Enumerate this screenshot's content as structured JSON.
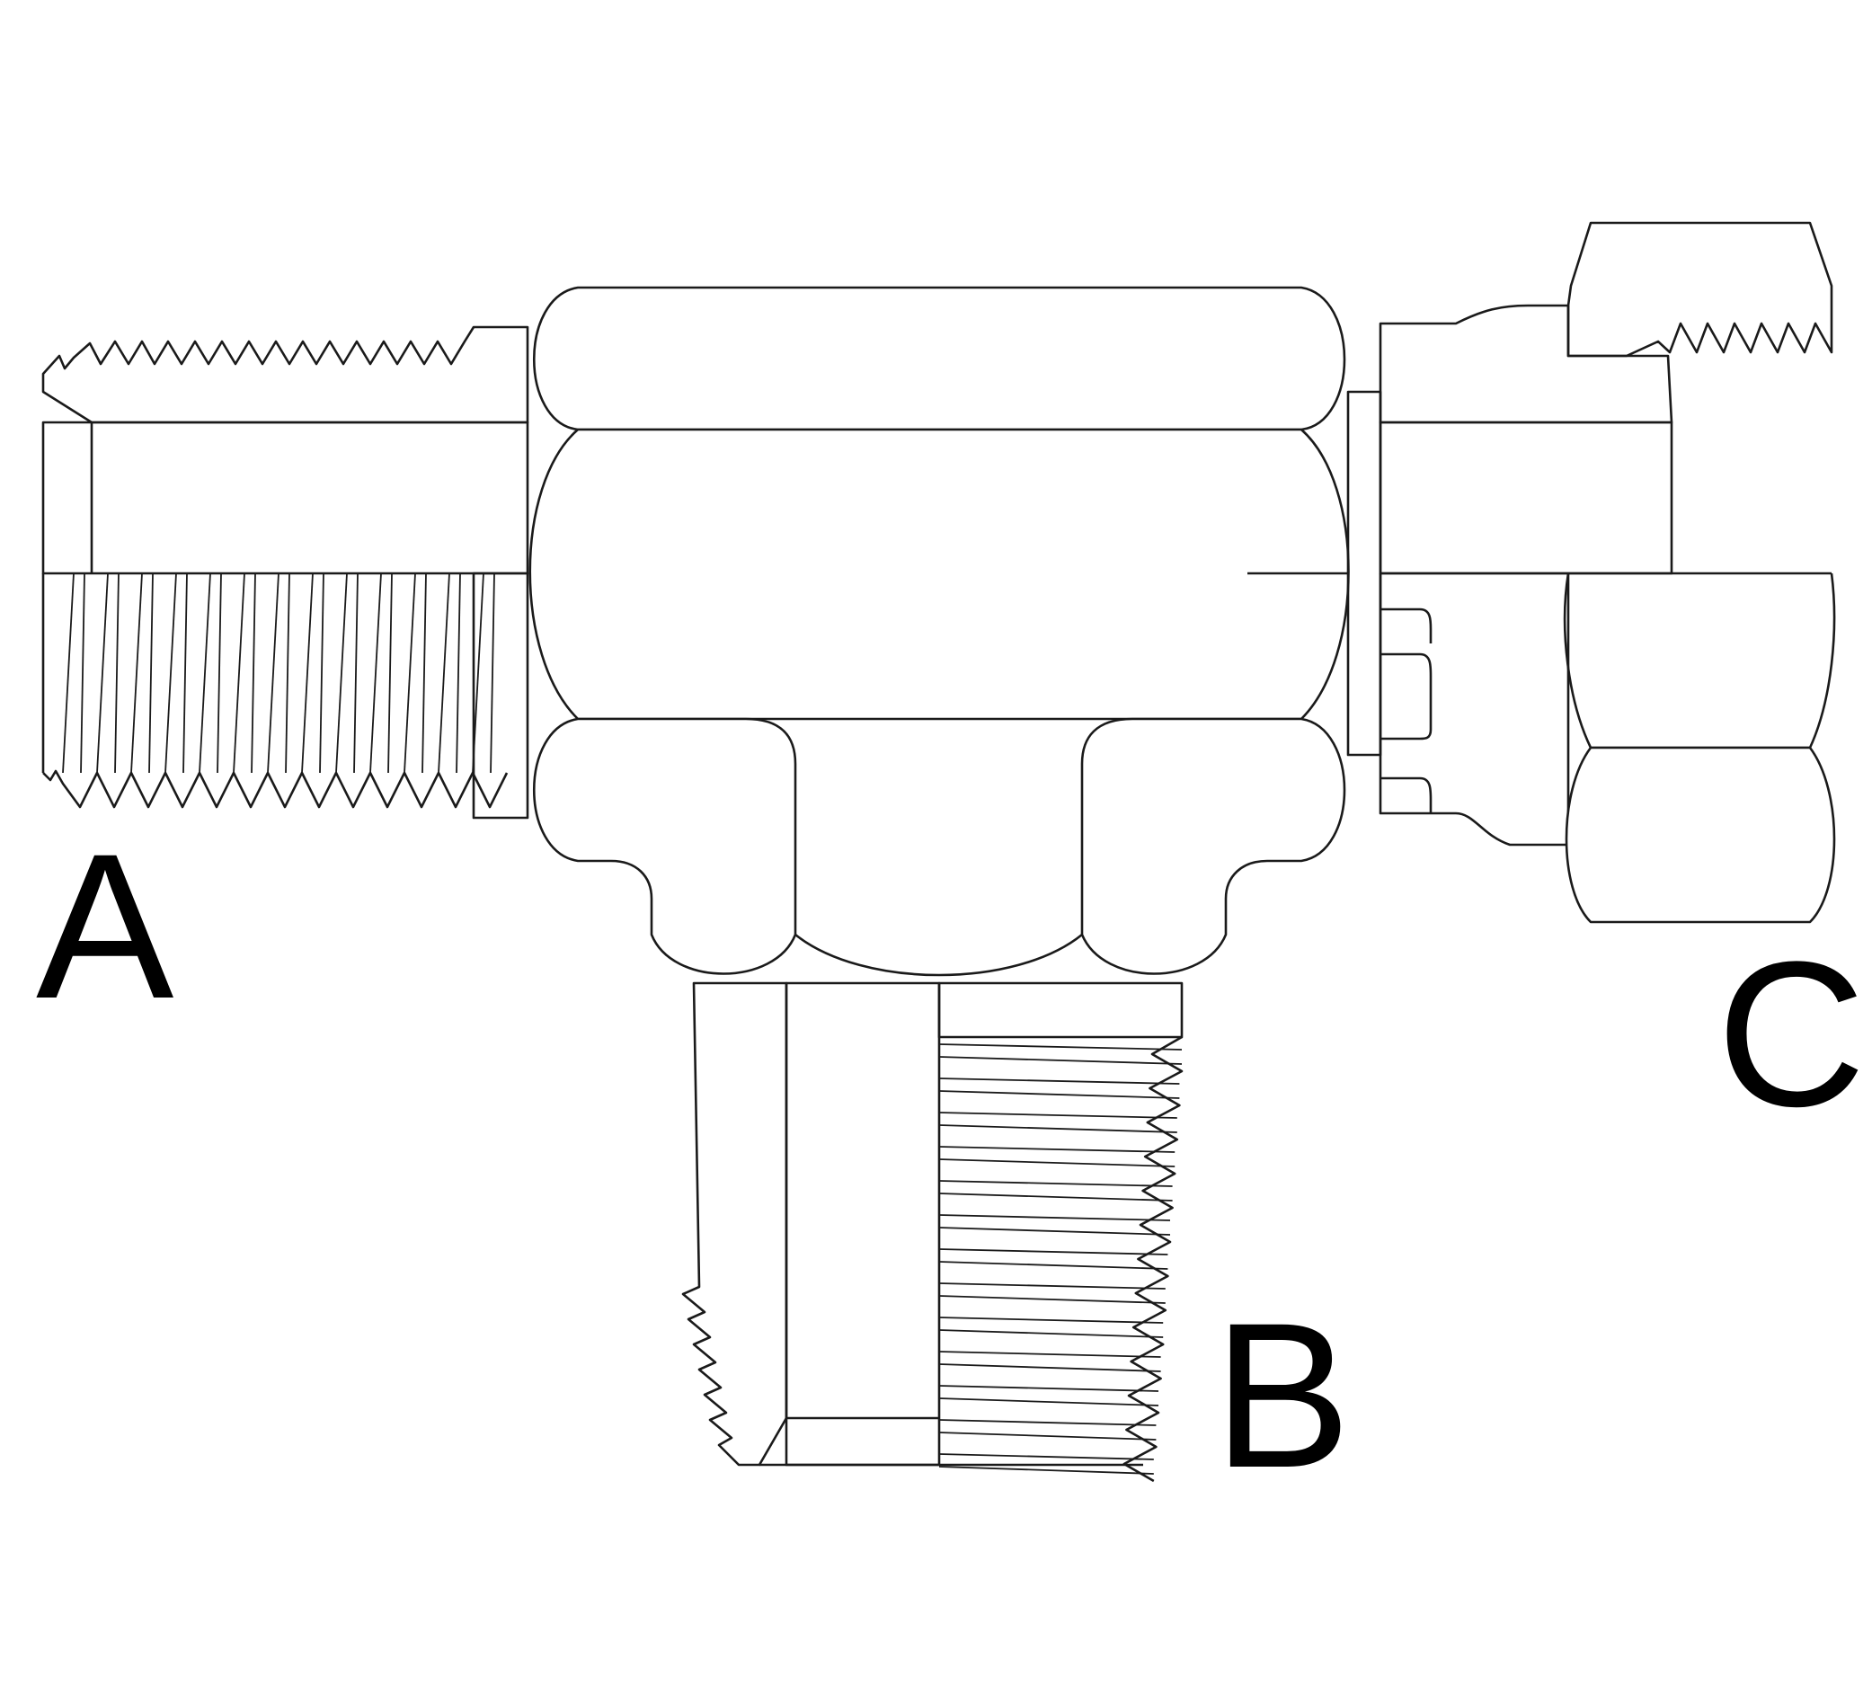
{
  "labels": {
    "port_a": "A",
    "port_b": "B",
    "port_c": "C"
  },
  "colors": {
    "line": "#1a1a1a",
    "background": "#ffffff"
  }
}
